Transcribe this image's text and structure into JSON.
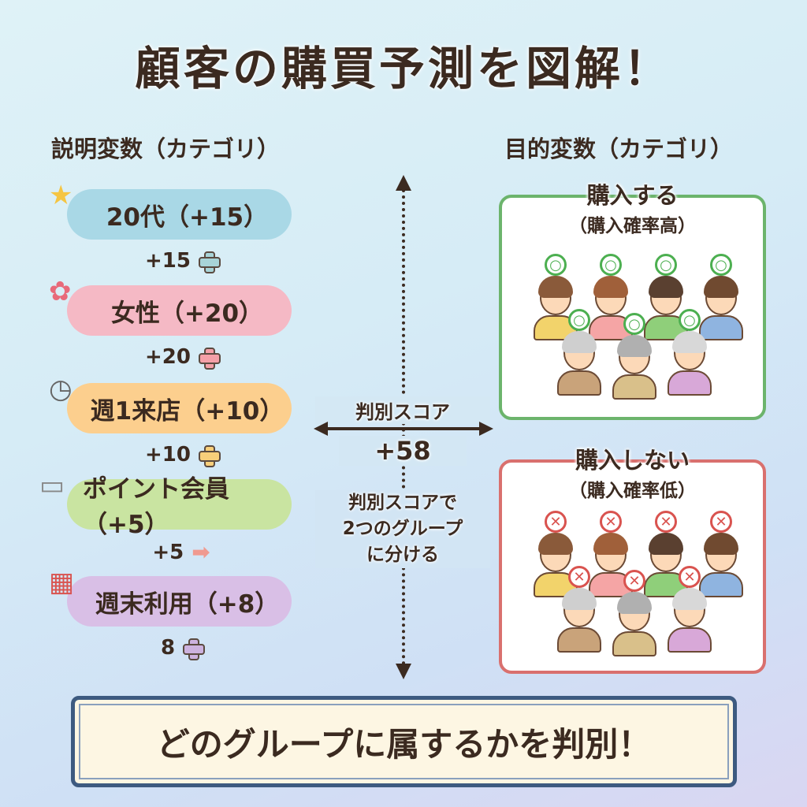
{
  "title": "顧客の購買予測を図解！",
  "left_header": "説明変数（カテゴリ）",
  "right_header": "目的変数（カテゴリ）",
  "variables": [
    {
      "label": "20代（+15）",
      "score": "+15",
      "icon": "star-icon",
      "color": "#a9d8e6",
      "accent": "#a8d4d8"
    },
    {
      "label": "女性（+20）",
      "score": "+20",
      "icon": "flower-icon",
      "color": "#f5b9c5",
      "accent": "#f4a0a8"
    },
    {
      "label": "週1来店（+10）",
      "score": "+10",
      "icon": "clock-icon",
      "color": "#fccf8e",
      "accent": "#f8cf7a"
    },
    {
      "label": "ポイント会員（+5）",
      "score": "+5",
      "icon": "card-icon",
      "color": "#c9e4a1",
      "accent": "#f09a90"
    },
    {
      "label": "週末利用（+8）",
      "score": "8",
      "icon": "calendar-icon",
      "color": "#d9bfe6",
      "accent": "#cdb2df"
    }
  ],
  "middle": {
    "score_label": "判別スコア",
    "score_value": "+58",
    "note_lines": [
      "判別スコアで",
      "2つのグループ",
      "に分ける"
    ]
  },
  "groups": [
    {
      "title": "購入する",
      "subtitle": "（購入確率高）",
      "border": "#6cb46c",
      "badge": "○",
      "badge_color": "#4caf50"
    },
    {
      "title": "購入しない",
      "subtitle": "（購入確率低）",
      "border": "#d9706e",
      "badge": "✕",
      "badge_color": "#d9534f"
    }
  ],
  "banner": "どのグループに属するかを判別！"
}
